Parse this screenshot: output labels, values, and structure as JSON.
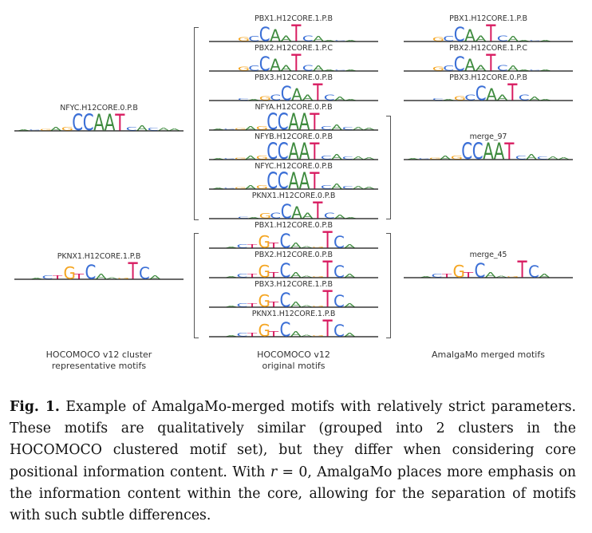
{
  "colors": {
    "A": "#3d8a3d",
    "C": "#3b6fd6",
    "G": "#f5a623",
    "T": "#d81b60",
    "baseline": "#111111",
    "bracket": "#555555"
  },
  "columns": {
    "left": {
      "caption_line1": "HOCOMOCO v12 cluster",
      "caption_line2": "representative motifs"
    },
    "middle": {
      "caption_line1": "HOCOMOCO v12",
      "caption_line2": "original motifs"
    },
    "right": {
      "caption_line1": "AmalgaMo merged motifs"
    }
  },
  "logo_types": {
    "pbx_caat": [
      {
        "l": "G",
        "h": 0.25
      },
      {
        "l": "C",
        "h": 0.3
      },
      {
        "l": "C",
        "h": 0.85
      },
      {
        "l": "A",
        "h": 0.7
      },
      {
        "l": "A",
        "h": 0.35
      },
      {
        "l": "T",
        "h": 1.0
      },
      {
        "l": "C",
        "h": 0.35
      },
      {
        "l": "A",
        "h": 0.3
      },
      {
        "l": "A",
        "h": 0.05
      },
      {
        "l": "C",
        "h": 0.04
      },
      {
        "l": "A",
        "h": 0.04
      }
    ],
    "pbx3_caat": [
      {
        "l": "C",
        "h": 0.12
      },
      {
        "l": "A",
        "h": 0.04
      },
      {
        "l": "G",
        "h": 0.25
      },
      {
        "l": "C",
        "h": 0.35
      },
      {
        "l": "C",
        "h": 0.85
      },
      {
        "l": "A",
        "h": 0.7
      },
      {
        "l": "A",
        "h": 0.35
      },
      {
        "l": "T",
        "h": 1.0
      },
      {
        "l": "C",
        "h": 0.35
      },
      {
        "l": "A",
        "h": 0.2
      },
      {
        "l": "A",
        "h": 0.04
      }
    ],
    "ccaat": [
      {
        "l": "A",
        "h": 0.04
      },
      {
        "l": "C",
        "h": 0.04
      },
      {
        "l": "G",
        "h": 0.08
      },
      {
        "l": "A",
        "h": 0.2
      },
      {
        "l": "G",
        "h": 0.2
      },
      {
        "l": "C",
        "h": 1.0
      },
      {
        "l": "C",
        "h": 1.0
      },
      {
        "l": "A",
        "h": 1.0
      },
      {
        "l": "A",
        "h": 1.0
      },
      {
        "l": "T",
        "h": 1.0
      },
      {
        "l": "C",
        "h": 0.2
      },
      {
        "l": "A",
        "h": 0.3
      },
      {
        "l": "C",
        "h": 0.15
      },
      {
        "l": "A",
        "h": 0.15
      },
      {
        "l": "A",
        "h": 0.12
      }
    ],
    "pknx_caat": [
      {
        "l": "C",
        "h": 0.1
      },
      {
        "l": "A",
        "h": 0.04
      },
      {
        "l": "G",
        "h": 0.3
      },
      {
        "l": "C",
        "h": 0.35
      },
      {
        "l": "C",
        "h": 0.85
      },
      {
        "l": "A",
        "h": 0.7
      },
      {
        "l": "A",
        "h": 0.35
      },
      {
        "l": "T",
        "h": 1.0
      },
      {
        "l": "C",
        "h": 0.35
      },
      {
        "l": "A",
        "h": 0.2
      },
      {
        "l": "A",
        "h": 0.04
      }
    ],
    "tgtca": [
      {
        "l": "A",
        "h": 0.05
      },
      {
        "l": "C",
        "h": 0.2
      },
      {
        "l": "T",
        "h": 0.2
      },
      {
        "l": "G",
        "h": 0.75
      },
      {
        "l": "T",
        "h": 0.3
      },
      {
        "l": "C",
        "h": 0.85
      },
      {
        "l": "A",
        "h": 0.3
      },
      {
        "l": "A",
        "h": 0.08
      },
      {
        "l": "G",
        "h": 0.05
      },
      {
        "l": "T",
        "h": 1.0
      },
      {
        "l": "C",
        "h": 0.7
      },
      {
        "l": "A",
        "h": 0.2
      }
    ]
  },
  "left_motifs": [
    {
      "name": "NFYC.H12CORE.0.P.B",
      "logo": "ccaat"
    },
    {
      "name": "PKNX1.H12CORE.1.P.B",
      "logo": "tgtca"
    }
  ],
  "middle_motifs": [
    {
      "name": "PBX1.H12CORE.1.P.B",
      "logo": "pbx_caat"
    },
    {
      "name": "PBX2.H12CORE.1.P.C",
      "logo": "pbx_caat"
    },
    {
      "name": "PBX3.H12CORE.0.P.B",
      "logo": "pbx3_caat"
    },
    {
      "name": "NFYA.H12CORE.0.P.B",
      "logo": "ccaat"
    },
    {
      "name": "NFYB.H12CORE.0.P.B",
      "logo": "ccaat"
    },
    {
      "name": "NFYC.H12CORE.0.P.B",
      "logo": "ccaat"
    },
    {
      "name": "PKNX1.H12CORE.0.P.B",
      "logo": "pknx_caat"
    },
    {
      "name": "PBX1.H12CORE.0.P.B",
      "logo": "tgtca"
    },
    {
      "name": "PBX2.H12CORE.0.P.B",
      "logo": "tgtca"
    },
    {
      "name": "PBX3.H12CORE.1.P.B",
      "logo": "tgtca"
    },
    {
      "name": "PKNX1.H12CORE.1.P.B",
      "logo": "tgtca"
    }
  ],
  "right_motifs": [
    {
      "name": "PBX1.H12CORE.1.P.B",
      "logo": "pbx_caat"
    },
    {
      "name": "PBX2.H12CORE.1.P.C",
      "logo": "pbx_caat"
    },
    {
      "name": "PBX3.H12CORE.0.P.B",
      "logo": "pbx3_caat"
    },
    {
      "name": "merge_97",
      "logo": "ccaat"
    },
    {
      "name": "merge_45",
      "logo": "tgtca"
    }
  ],
  "caption": {
    "fig_label": "Fig. 1.",
    "text_before_math": " Example of AmalgaMo-merged motifs with relatively strict parameters. These motifs are qualitatively similar (grouped into 2 clusters in the HOCOMOCO clustered motif set), but they differ when considering core positional information content. With ",
    "math": "r",
    "text_after_math": " = 0, AmalgaMo places more emphasis on the information content within the core, allowing for the separation of motifs with such subtle differences."
  }
}
